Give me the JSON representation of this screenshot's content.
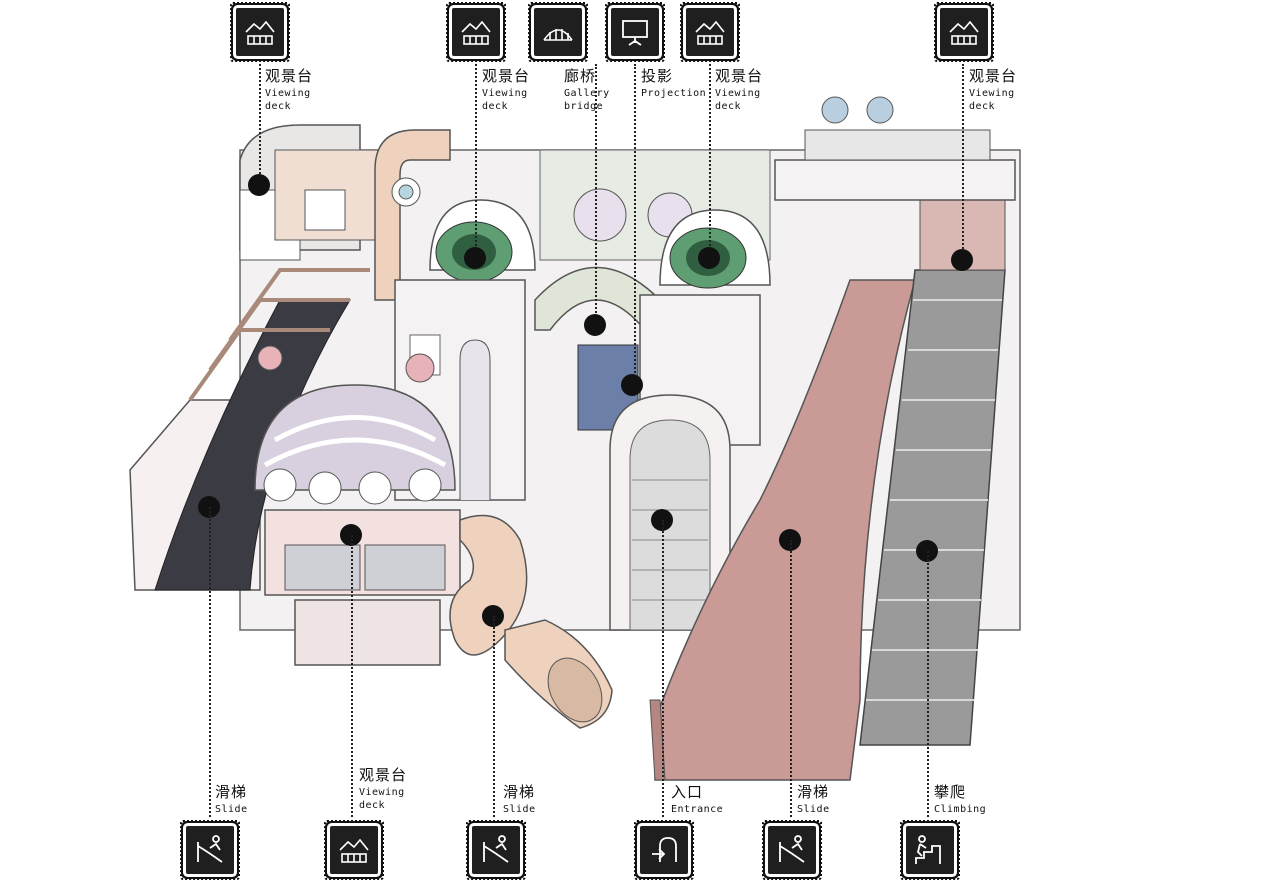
{
  "callouts_top": [
    {
      "cn": "观景台",
      "en": "Viewing\ndeck",
      "icon": "viewing-deck-icon"
    },
    {
      "cn": "观景台",
      "en": "Viewing\ndeck",
      "icon": "viewing-deck-icon"
    },
    {
      "cn": "廊桥",
      "en": "Gallery\nbridge",
      "icon": "gallery-bridge-icon"
    },
    {
      "cn": "投影",
      "en": "Projection",
      "icon": "projection-icon"
    },
    {
      "cn": "观景台",
      "en": "Viewing\ndeck",
      "icon": "viewing-deck-icon"
    },
    {
      "cn": "观景台",
      "en": "Viewing\ndeck",
      "icon": "viewing-deck-icon"
    }
  ],
  "callouts_bottom": [
    {
      "cn": "滑梯",
      "en": "Slide",
      "icon": "slide-icon"
    },
    {
      "cn": "观景台",
      "en": "Viewing\ndeck",
      "icon": "viewing-deck-icon"
    },
    {
      "cn": "滑梯",
      "en": "Slide",
      "icon": "slide-icon"
    },
    {
      "cn": "入口",
      "en": "Entrance",
      "icon": "entrance-icon"
    },
    {
      "cn": "滑梯",
      "en": "Slide",
      "icon": "slide-icon"
    },
    {
      "cn": "攀爬",
      "en": "Climbing",
      "icon": "climbing-icon"
    }
  ],
  "colors": {
    "ink": "#111111",
    "badge": "#1f1f1f",
    "slide_pink": "#c99a96",
    "dome_lavender": "#d8d0de",
    "eye_green": "#5f9e72",
    "tube_peach": "#efd2bd",
    "frame_white": "#f4f2f2",
    "stair_grey": "#8f8f8f"
  }
}
